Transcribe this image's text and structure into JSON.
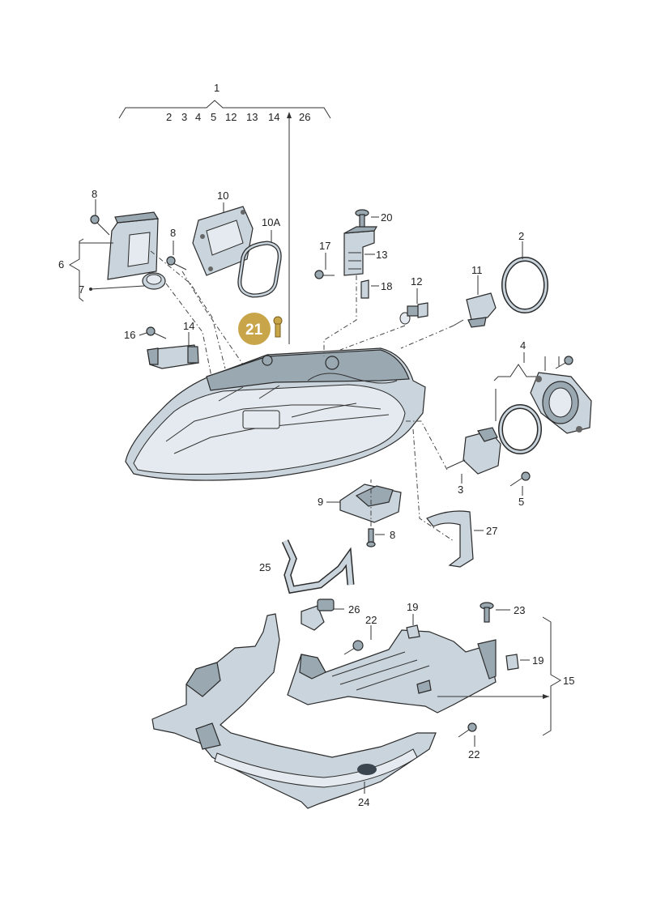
{
  "labels": {
    "l1": "1",
    "l2": "2",
    "l3": "3",
    "l4": "4",
    "l5": "5",
    "l12": "12",
    "l13": "13",
    "l14": "14",
    "l26": "26",
    "p8a": "8",
    "p10": "10",
    "p10A": "10A",
    "p8b": "8",
    "p6": "6",
    "p7": "7",
    "p16": "16",
    "p14": "14",
    "p20": "20",
    "p17": "17",
    "p13": "13",
    "p18": "18",
    "p12": "12",
    "p11": "11",
    "p2": "2",
    "p4": "4",
    "p3": "3",
    "p5": "5",
    "p9": "9",
    "p8c": "8",
    "p27": "27",
    "p25": "25",
    "p26": "26",
    "p19a": "19",
    "p22a": "22",
    "p23": "23",
    "p19b": "19",
    "p15": "15",
    "p22b": "22",
    "p24": "24"
  },
  "highlight": {
    "part_number": "21",
    "color": "#c9a54a"
  }
}
